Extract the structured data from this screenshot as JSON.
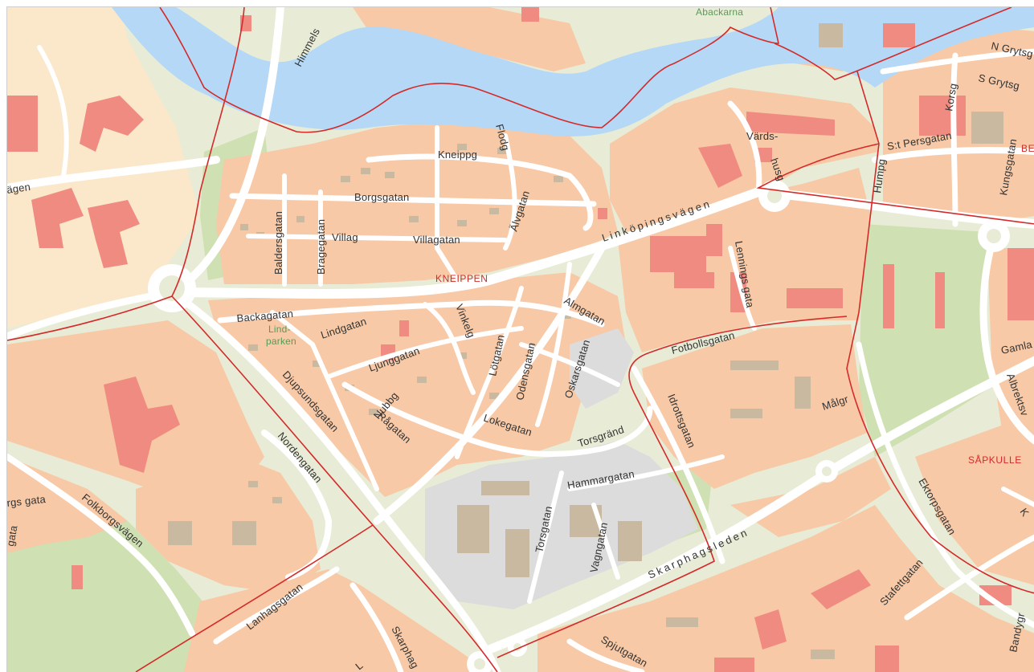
{
  "map": {
    "colors": {
      "background": "#e8ecd6",
      "water": "#b4d8f5",
      "residential": "#f7c9a6",
      "buildings": "#f08b82",
      "green": "#cfe0b3",
      "industrial": "#dcdcdc",
      "roads": "#ffffff",
      "boundary": "#d42a2a",
      "school": "#fbe7c9"
    },
    "areas": {
      "kneippen": "KNEIPPEN",
      "sapkullen": "SÅPKULLE",
      "be": "BE",
      "lindparken_1": "Lind-",
      "lindparken_2": "parken",
      "abackarna": "Abackarna"
    },
    "streets": {
      "himmels": "Himmels",
      "n_grytsg": "N Grytsg",
      "s_grytsg": "S Grytsg",
      "korsg": "Korsg",
      "st_persgatan": "S:t Persgatan",
      "kungsgatan": "Kungsgatan",
      "humpg": "Humpg",
      "vards_1": "Värds-",
      "vards_2": "husg",
      "vagen_left": "ägen",
      "flodg": "Flodg",
      "kneippg": "Kneippg",
      "borgsgatan": "Borgsgatan",
      "alvgatan": "Älvgatan",
      "linkopingsvagen": "Linköpingsvägen",
      "baldersgatan": "Baldersgatan",
      "bragegatan": "Bragegatan",
      "villag": "Villag",
      "villagatan": "Villagatan",
      "lennings_gata": "Lennings gata",
      "backagatan": "Backagatan",
      "lindgatan": "Lindgatan",
      "ljunggatan": "Ljunggatan",
      "vinkelg": "Vinkelg",
      "lotgatan": "Lötgatan",
      "odensgatan": "Odensgatan",
      "almgatan": "Almgatan",
      "oskarsgatan": "Oskarsgatan",
      "fotbollsgatan": "Fotbollsgatan",
      "gamla": "Gamla",
      "albrektsv": "Albrektsv",
      "djupsundsgatan": "Djupsundsgatan",
      "nubbg": "Nubbg",
      "ragatan": "Rågatan",
      "lokegatan": "Lokegatan",
      "torsgrand": "Torsgränd",
      "idrottsgatan": "Idrottsgatan",
      "malgr": "Målgr",
      "nordengatan": "Nordengatan",
      "hammargatan": "Hammargatan",
      "torsgatan": "Torsgatan",
      "vagngatan": "Vagngatan",
      "skarphagsleden": "Skarphagsleden",
      "ektorpsgatan": "Ektorpsgatan",
      "k_right": "K",
      "rgs_gata": "rgs gata",
      "gata_left": "gata",
      "folkborgsvagen": "Folkborgsvägen",
      "lanhagsgatan": "Lanhagsgatan",
      "skarphag": "Skarphag",
      "l_bottom": "L",
      "spjutgatan": "Spjutgatan",
      "stafettgatan": "Stafettgatan",
      "bandygr": "Bandygr"
    }
  }
}
